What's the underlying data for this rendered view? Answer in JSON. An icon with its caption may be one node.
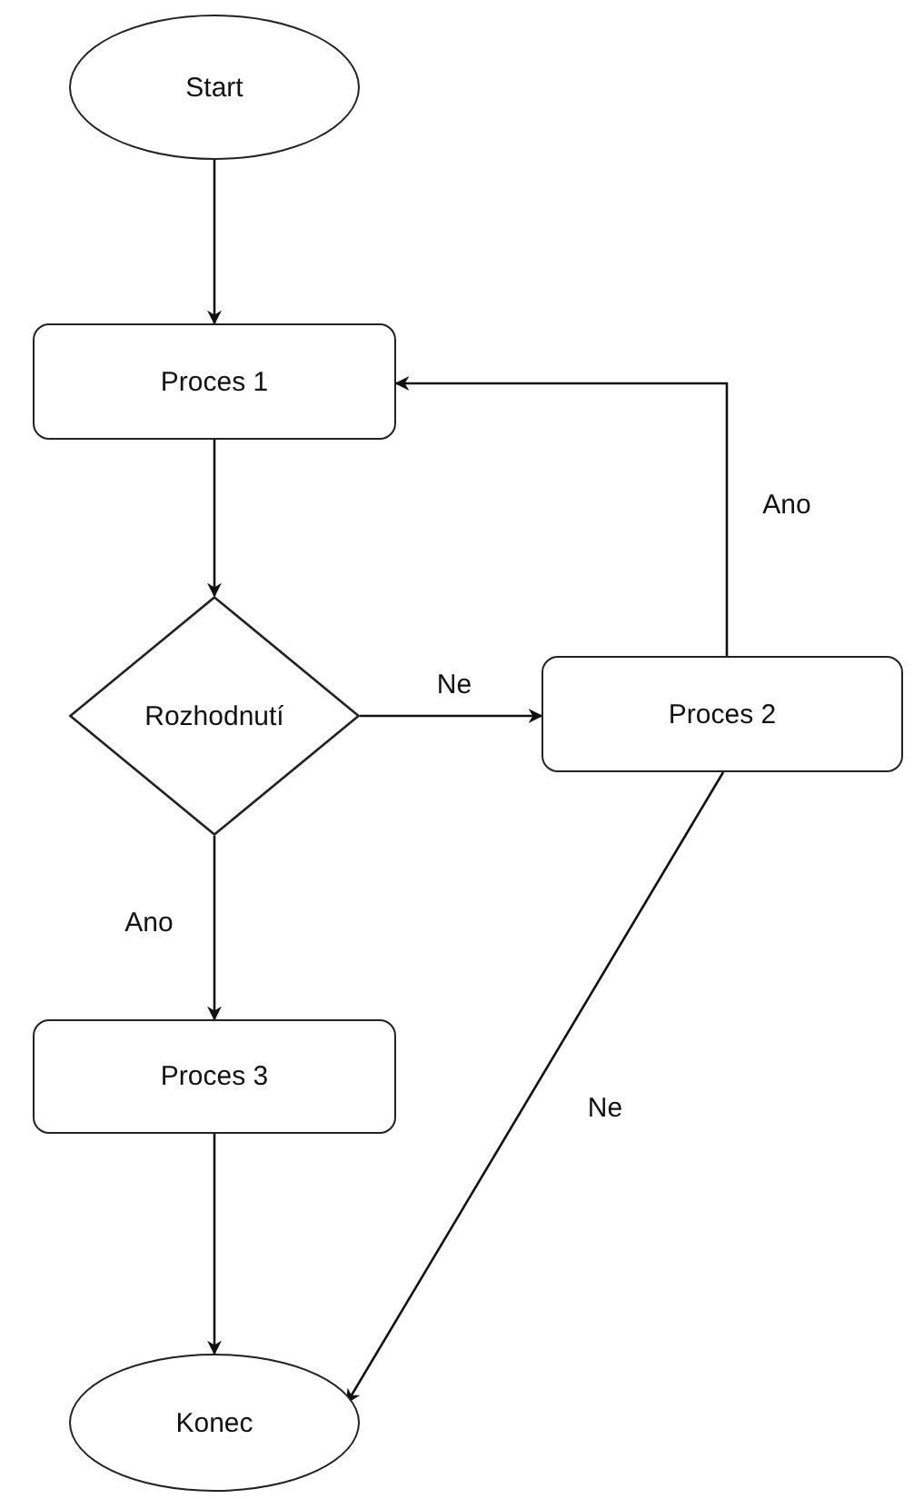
{
  "diagram": {
    "nodes": [
      {
        "text": [
          "Start"
        ]
      },
      {
        "text": [
          "Proces 1"
        ]
      },
      {
        "text": [
          "Rozhodnutí"
        ]
      },
      {
        "text": [
          "Proces 2"
        ]
      },
      {
        "text": [
          "Proces 3"
        ]
      },
      {
        "text": [
          "Konec"
        ]
      }
    ],
    "edges": [
      {
        "from": 0,
        "to": 1,
        "arrow": "to"
      },
      {
        "from": 1,
        "to": 2,
        "arrow": "to"
      },
      {
        "from": 2,
        "to": 3,
        "arrow": "to",
        "label": "Ne"
      },
      {
        "from": 3,
        "to": 1,
        "arrow": "to",
        "label": "Ano"
      },
      {
        "from": 2,
        "to": 4,
        "arrow": "to",
        "label": "Ano"
      },
      {
        "from": 3,
        "to": 5,
        "arrow": "to",
        "label": "Ne"
      },
      {
        "from": 4,
        "to": 5,
        "arrow": "to"
      }
    ]
  }
}
